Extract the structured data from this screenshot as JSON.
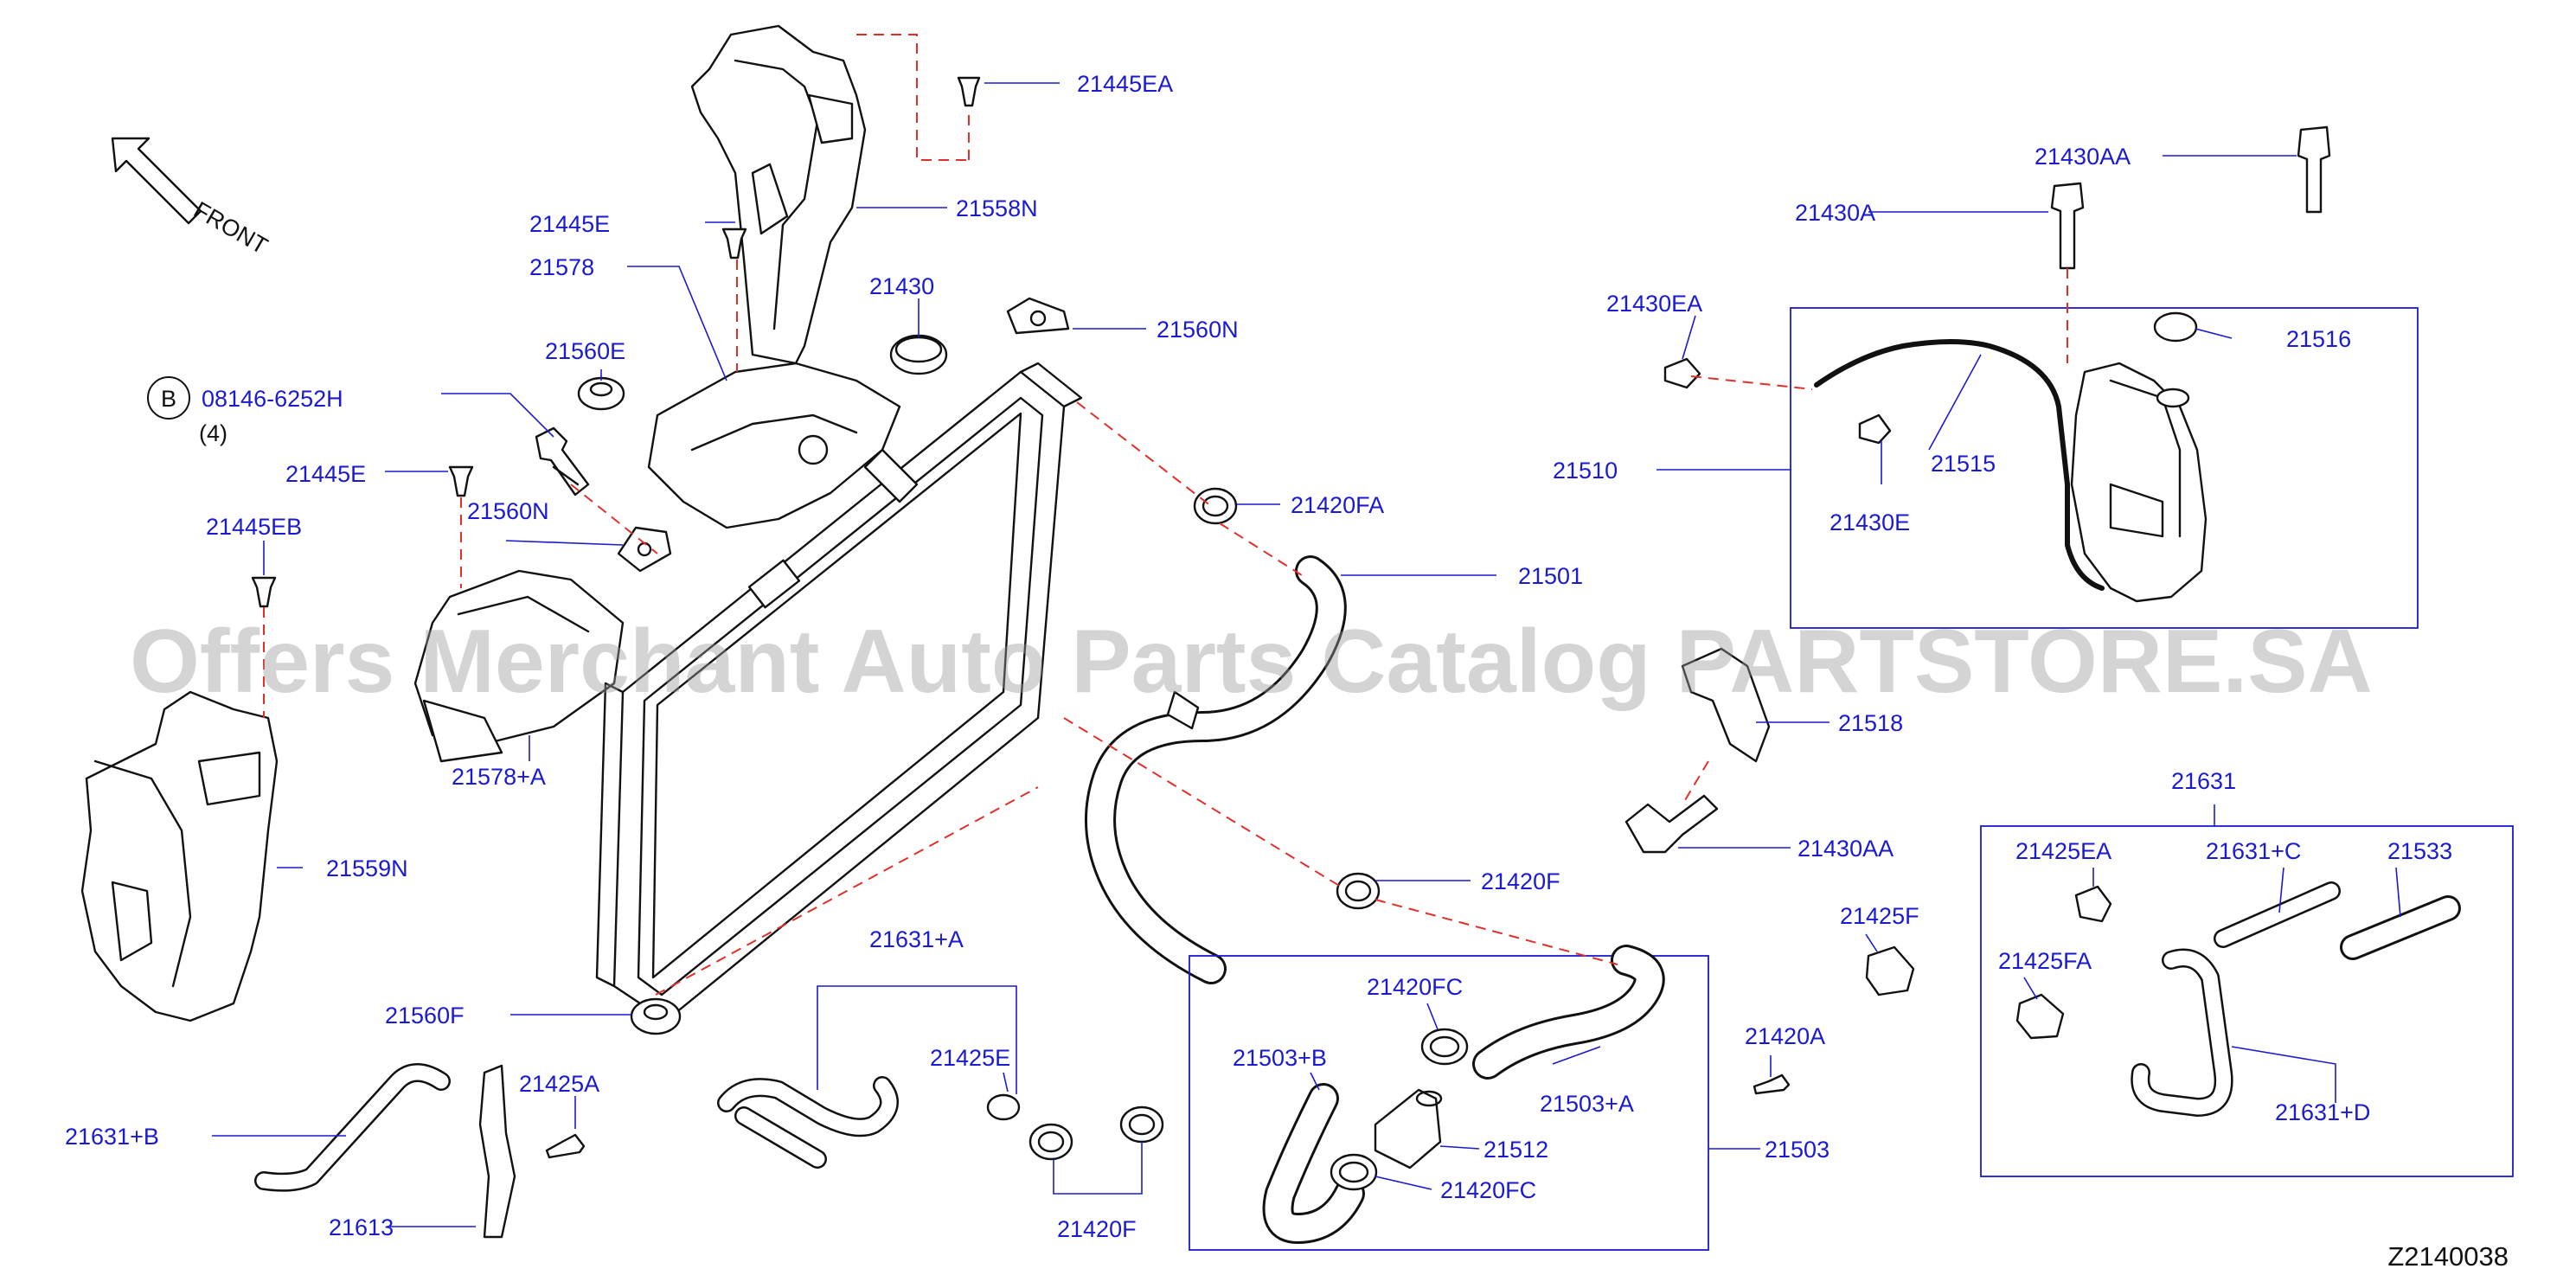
{
  "diagram_code": "Z2140038",
  "front_indicator": "FRONT",
  "watermark": "Offers Merchant Auto Parts Catalog PARTSTORE.SA",
  "bolt_callout": {
    "badge": "B",
    "part_number": "08146-6252H",
    "quantity": "(4)"
  },
  "labels": {
    "p21445EA": "21445EA",
    "p21558N": "21558N",
    "p21445E_top": "21445E",
    "p21578": "21578",
    "p21430": "21430",
    "p21560N_top": "21560N",
    "p21560E": "21560E",
    "p21445E_mid": "21445E",
    "p21560N_mid": "21560N",
    "p21445EB": "21445EB",
    "p21578A": "21578+A",
    "p21559N": "21559N",
    "p21420FA": "21420FA",
    "p21501": "21501",
    "p21420F_mid": "21420F",
    "p21560F": "21560F",
    "p21631B": "21631+B",
    "p21425A": "21425A",
    "p21613": "21613",
    "p21631A": "21631+A",
    "p21425E": "21425E",
    "p21420F_bot": "21420F",
    "p21420FC_top": "21420FC",
    "p21503B": "21503+B",
    "p21503A": "21503+A",
    "p21512": "21512",
    "p21420FC_bot": "21420FC",
    "p21503": "21503",
    "p21420A": "21420A",
    "p21425F": "21425F",
    "p21430AA_top": "21430AA",
    "p21430A": "21430A",
    "p21430EA": "21430EA",
    "p21516": "21516",
    "p21510": "21510",
    "p21515": "21515",
    "p21430E": "21430E",
    "p21518": "21518",
    "p21430AA_mid": "21430AA",
    "p21631": "21631",
    "p21425EA": "21425EA",
    "p21631C": "21631+C",
    "p21533": "21533",
    "p21425FA": "21425FA",
    "p21631D": "21631+D"
  },
  "colors": {
    "label": "#1a1ad0",
    "dashed_link": "#e0302a",
    "part_outline": "#111111",
    "watermark": "#9a9a9a"
  }
}
